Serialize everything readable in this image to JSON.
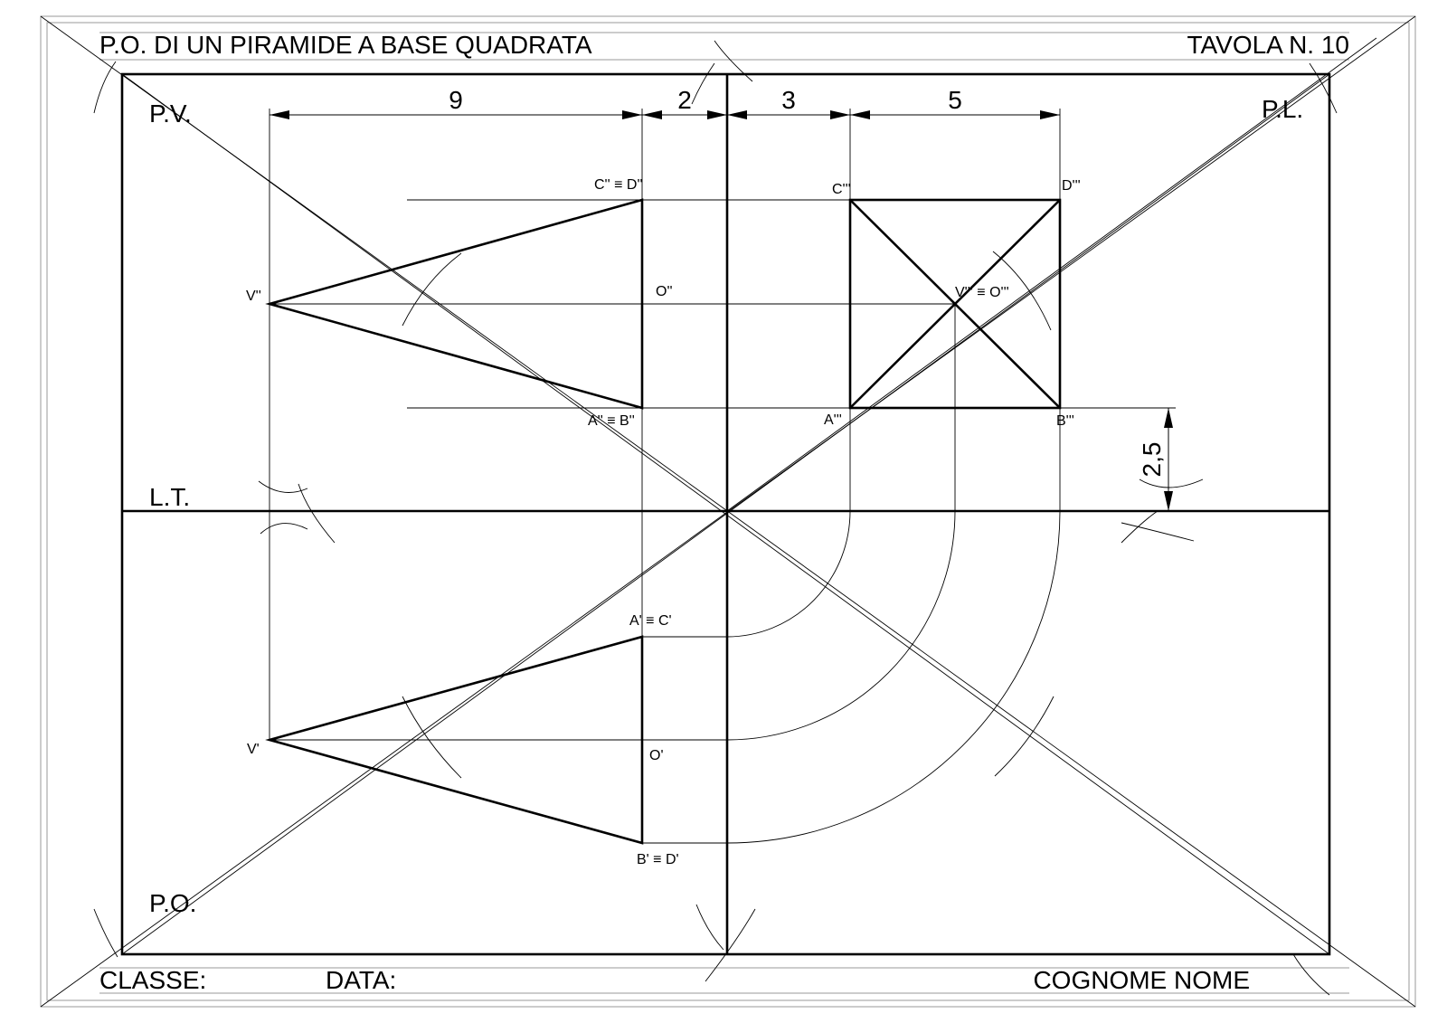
{
  "sheet": {
    "title": "P.O. DI UN PIRAMIDE A BASE QUADRATA",
    "table_number": "TAVOLA N. 10",
    "footer": {
      "classe": "CLASSE:",
      "data": "DATA:",
      "cognome_nome": "COGNOME NOME"
    }
  },
  "planes": {
    "pv": "P.V.",
    "pl": "P.L.",
    "lt": "L.T.",
    "po": "P.O."
  },
  "dimensions": {
    "d9": "9",
    "d2": "2",
    "d3": "3",
    "d5": "5",
    "d25": "2,5"
  },
  "points": {
    "front_top": "C'' ≡ D''",
    "front_bottom": "A'' ≡ B''",
    "front_apex": "V''",
    "front_center": "O''",
    "side_c": "C'''",
    "side_d": "D'''",
    "side_a": "A'''",
    "side_b": "B'''",
    "side_center": "V''' ≡ O'''",
    "top_ac": "A' ≡ C'",
    "top_bd": "B' ≡ D'",
    "top_apex": "V'",
    "top_center": "O'"
  }
}
